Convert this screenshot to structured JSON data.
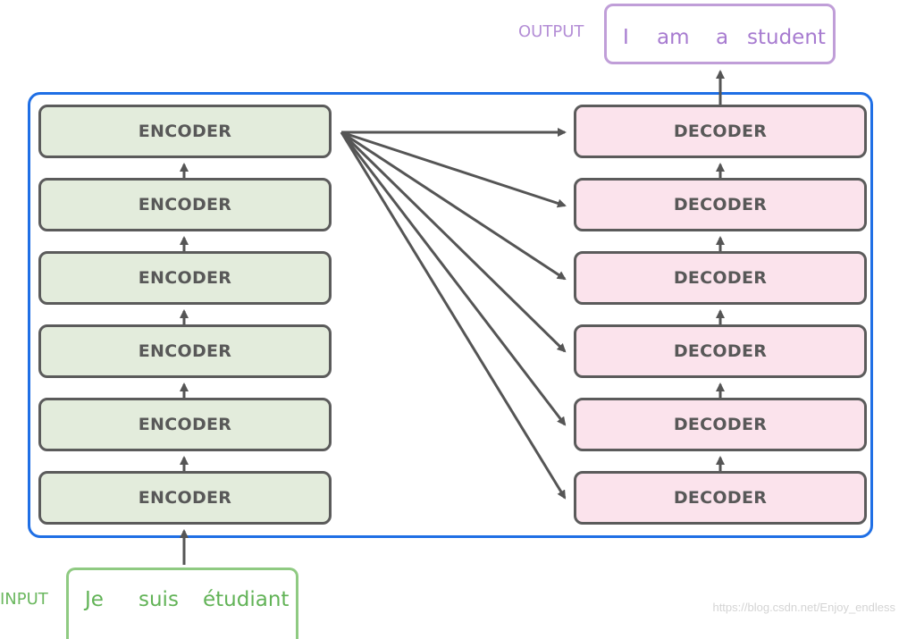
{
  "output": {
    "label": "OUTPUT",
    "words": [
      "I",
      "am",
      "a",
      "student"
    ]
  },
  "input": {
    "label": "INPUT",
    "words": [
      "Je",
      "suis",
      "étudiant"
    ]
  },
  "encoders": [
    "ENCODER",
    "ENCODER",
    "ENCODER",
    "ENCODER",
    "ENCODER",
    "ENCODER"
  ],
  "decoders": [
    "DECODER",
    "DECODER",
    "DECODER",
    "DECODER",
    "DECODER",
    "DECODER"
  ],
  "watermark": "https://blog.csdn.net/Enjoy_endless",
  "colors": {
    "frame": "#1f6fe5",
    "encoder_fill": "#e3ecdc",
    "decoder_fill": "#fbe3ec",
    "output": "#a77bd0",
    "input": "#62b357",
    "arrow": "#555555"
  }
}
